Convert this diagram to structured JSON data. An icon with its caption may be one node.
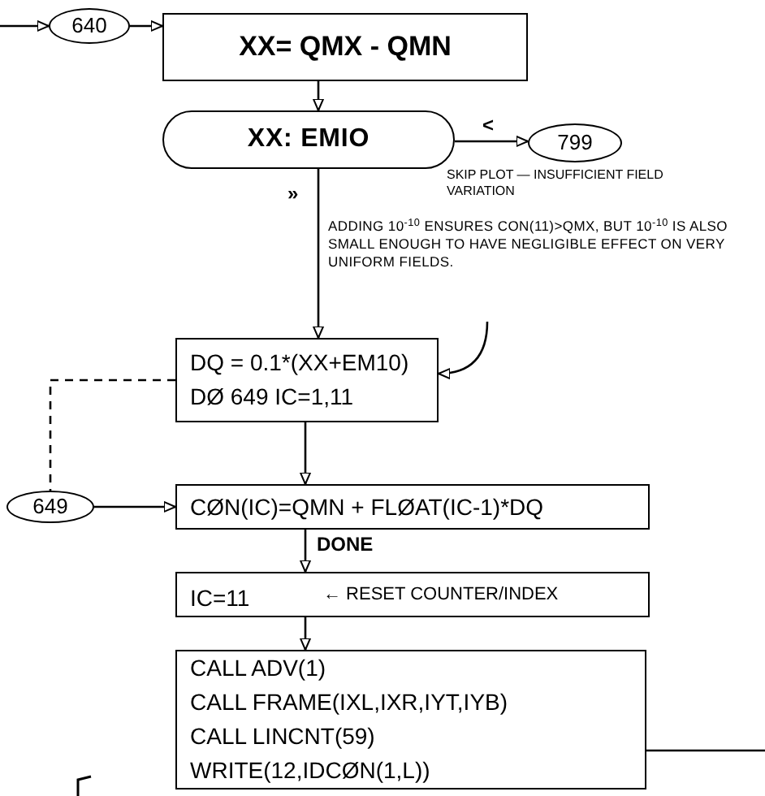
{
  "diagram": {
    "nodes": [
      {
        "text": [
          "640"
        ]
      },
      {
        "text": [
          "XX= QMX - QMN"
        ]
      },
      {
        "text": [
          "XX: EMIO"
        ]
      },
      {
        "text": [
          "799"
        ],
        "beside": [
          "SKIP PLOT — INSUFFICIENT FIELD VARIATION"
        ]
      },
      {
        "text": [
          "DQ = 0.1*(XX+EM10)",
          "DØ 649 IC=1,11"
        ]
      },
      {
        "text": [
          "649"
        ]
      },
      {
        "text": [
          "CØN(IC)=QMN + FLØAT(IC-1)*DQ"
        ]
      },
      {
        "text": [
          "IC=11",
          "← RESET COUNTER/INDEX"
        ]
      },
      {
        "text": [
          "CALL ADV(1)",
          "CALL FRAME(IXL,IXR,IYT,IYB)",
          "CALL LINCNT(59)",
          "WRITE(12,IDCØN(1,L))"
        ]
      },
      {
        "text": [
          "ADDING 10$^{-10}$ ENSURES CON(11)>QMX, BUT 10$^{-10}$ IS ALSO SMALL ENOUGH TO HAVE NEGLIGIBLE EFFECT ON VERY UNIFORM FIELDS."
        ]
      }
    ],
    "edges": [
      {
        "from": null,
        "to": 0,
        "arrow": "to"
      },
      {
        "from": 0,
        "to": 1,
        "arrow": "to"
      },
      {
        "from": 1,
        "to": 2,
        "arrow": "to"
      },
      {
        "from": 2,
        "to": 3,
        "arrow": "to",
        "label": "<"
      },
      {
        "from": 2,
        "to": 4,
        "arrow": "to",
        "label": "»"
      },
      {
        "from": 9,
        "to": 4,
        "arrow": "to"
      },
      {
        "from": 4,
        "to": 5,
        "arrow": "none",
        "style": "dashed"
      },
      {
        "from": 5,
        "to": 6,
        "arrow": "to"
      },
      {
        "from": 4,
        "to": 6,
        "arrow": "to"
      },
      {
        "from": 6,
        "to": 7,
        "arrow": "to",
        "label": "DONE"
      },
      {
        "from": 7,
        "to": 8,
        "arrow": "to"
      },
      {
        "from": 8,
        "to": null,
        "arrow": "none"
      }
    ]
  }
}
